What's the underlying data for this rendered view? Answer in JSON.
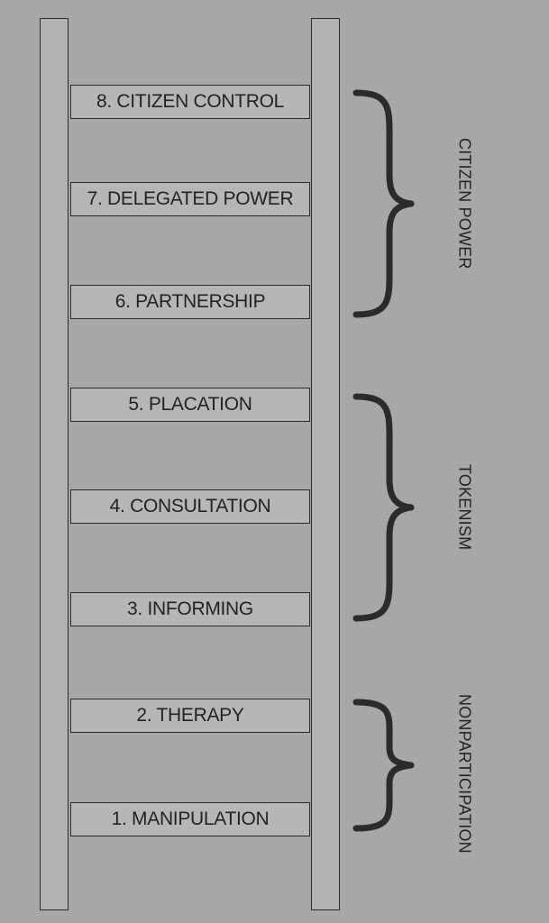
{
  "rungs": [
    {
      "label": "8. CITIZEN CONTROL"
    },
    {
      "label": "7. DELEGATED POWER"
    },
    {
      "label": "6. PARTNERSHIP"
    },
    {
      "label": "5. PLACATION"
    },
    {
      "label": "4. CONSULTATION"
    },
    {
      "label": "3. INFORMING"
    },
    {
      "label": "2. THERAPY"
    },
    {
      "label": "1. MANIPULATION"
    }
  ],
  "groups": [
    {
      "label": "CITIZEN POWER"
    },
    {
      "label": "TOKENISM"
    },
    {
      "label": "NONPARTICIPATION"
    }
  ],
  "colors": {
    "background": "#a8a7a6",
    "line": "#2b2b2b",
    "text": "#232323"
  }
}
